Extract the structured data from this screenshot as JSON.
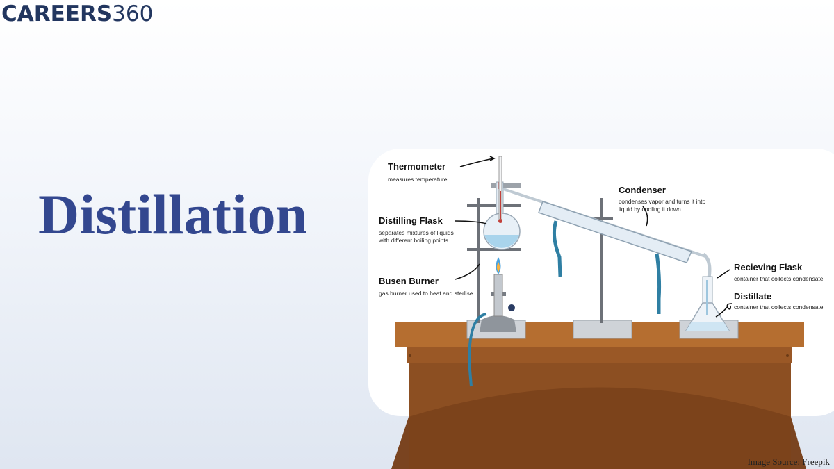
{
  "logo": {
    "brand": "CAREERS",
    "number": "360"
  },
  "title": "Distillation",
  "labels": {
    "thermometer": {
      "title": "Thermometer",
      "desc": [
        "measures temperature"
      ]
    },
    "distilling_flask": {
      "title": "Distilling Flask",
      "desc": [
        "separates mixtures of liquids",
        "with different boiling points"
      ]
    },
    "burner": {
      "title": "Busen Burner",
      "desc": [
        "gas burner used to heat and sterlise"
      ]
    },
    "condenser": {
      "title": "Condenser",
      "desc": [
        "condenses vapor and turns it into",
        "liquid by cooling it down"
      ]
    },
    "receiving_flask": {
      "title": "Recieving Flask",
      "desc": [
        "container that collects condensate"
      ]
    },
    "distillate": {
      "title": "Distillate",
      "desc": [
        "container that collects condensate"
      ]
    }
  },
  "source": "Image Source:  Freepik",
  "colors": {
    "title": "#33478f",
    "logo": "#22365f",
    "table_top": "#b0692d",
    "table_body": "#8a4f23",
    "tube": "#2f7fa3",
    "glass": "#dfeaf3",
    "liquid": "#a9d4ec"
  }
}
